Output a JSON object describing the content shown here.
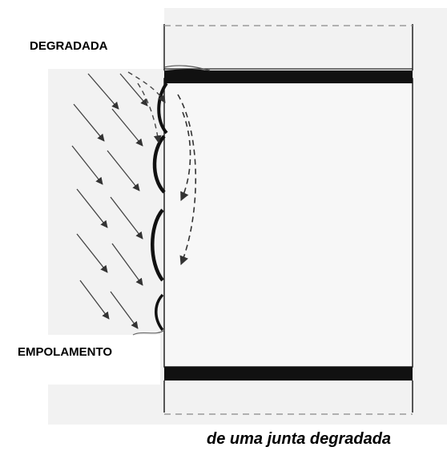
{
  "labels": {
    "top": "DEGRADADA",
    "bottom": "EMPOLAMENTO"
  },
  "caption": "de uma junta degradada",
  "colors": {
    "background": "#ffffff",
    "panel": "#f2f2f2",
    "ink": "#111111",
    "dashed": "#9a9a9a"
  }
}
